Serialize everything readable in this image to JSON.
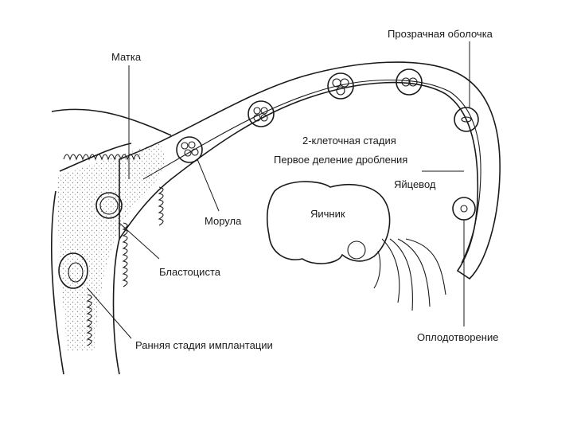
{
  "labels": {
    "zona": "Прозрачная оболочка",
    "uterus": "Матка",
    "two_cell": "2-клеточная стадия",
    "first_cleavage": "Первое деление дробления",
    "oviduct": "Яйцевод",
    "ovary": "Яичник",
    "morula": "Морула",
    "blastocyst": "Бластоциста",
    "fertilization": "Оплодотворение",
    "early_implantation": "Ранняя стадия имплантации"
  },
  "colors": {
    "ink": "#1a1a1a",
    "stipple": "#8a8a8a",
    "paper": "#ffffff"
  }
}
